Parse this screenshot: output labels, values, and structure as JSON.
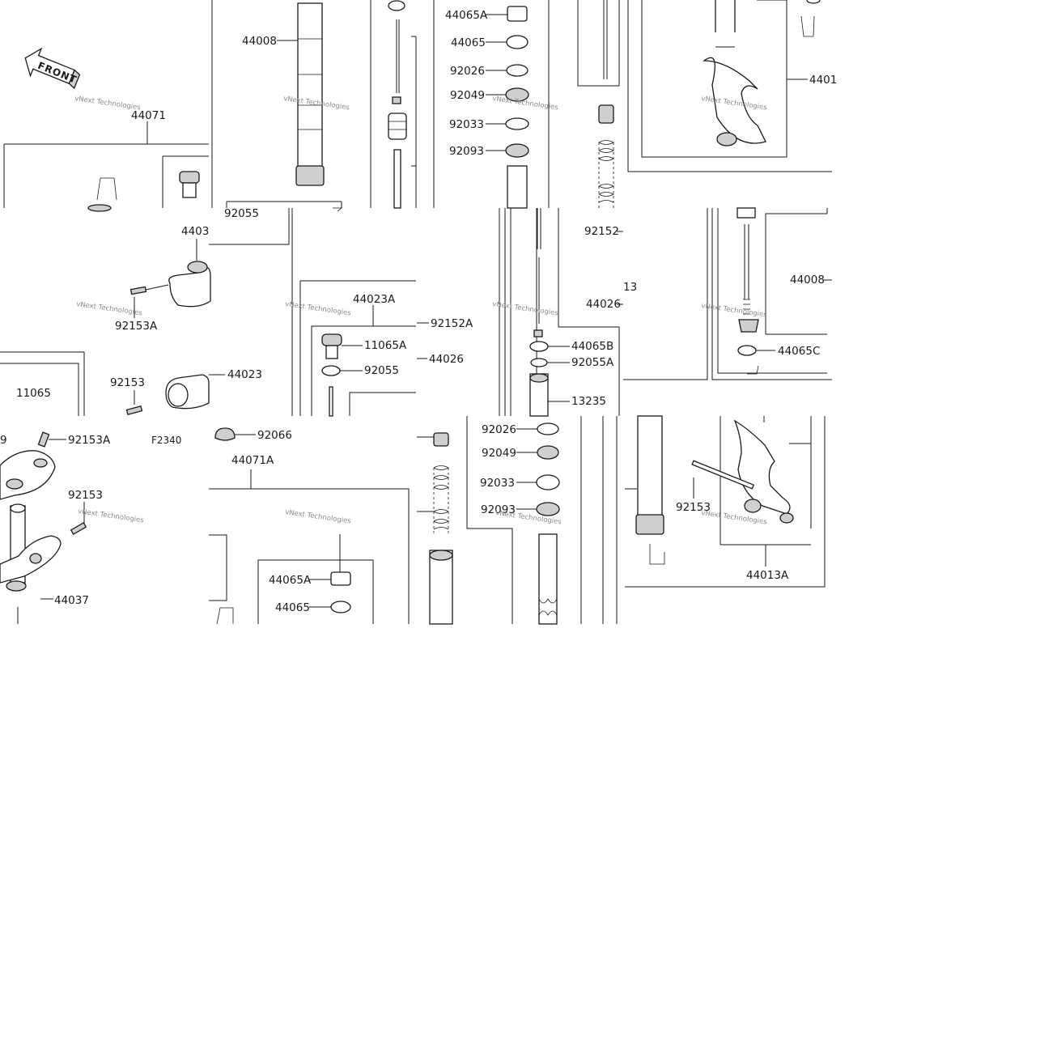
{
  "labels": {
    "t1": [
      "44071",
      "44008",
      "44065A",
      "44065",
      "92026",
      "92049",
      "92033",
      "92093",
      "4401"
    ],
    "t2": [
      "92055",
      "4403",
      "92153A",
      "92153",
      "11065",
      "44023",
      "44023A",
      "11065A",
      "92055",
      "44026",
      "92152A",
      "92152",
      "13",
      "44026",
      "44065B",
      "92055A",
      "13235",
      "44008",
      "44065C"
    ],
    "t3": [
      "9",
      "92153A",
      "92153",
      "44037",
      "F2340",
      "92066",
      "44071A",
      "44065A",
      "44065",
      "92026",
      "92049",
      "92033",
      "92093",
      "92153",
      "44013A"
    ]
  },
  "front_badge": "FRONT",
  "watermark": "vNext Technologies",
  "colors": {
    "line": "#1a1a1a",
    "watermark": "#8a8a8a",
    "background": "#ffffff"
  }
}
